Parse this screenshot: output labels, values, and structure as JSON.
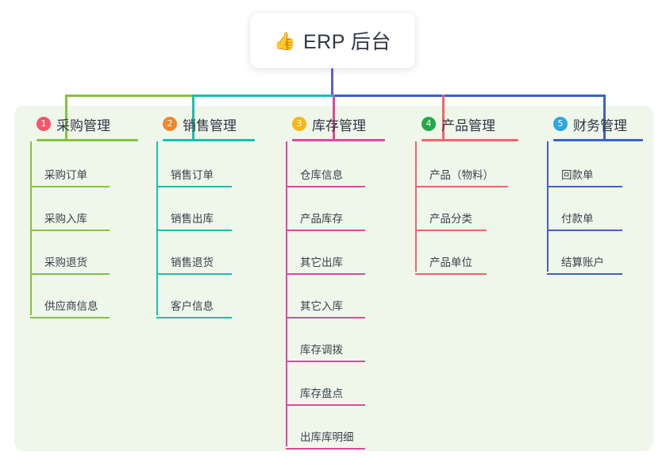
{
  "page": {
    "background": "#ffffff",
    "panel_color": "#eff7eb"
  },
  "root": {
    "name": "root-node",
    "emoji": "👍",
    "emoji_name": "thumbs-up-icon",
    "label": "ERP 后台",
    "trunk_color": "#5b5fd4"
  },
  "branches": [
    {
      "number": "1",
      "title": "采购管理",
      "badge_color": "#f4566c",
      "line_color": "#83c341",
      "items": [
        "采购订单",
        "采购入库",
        "采购退货",
        "供应商信息"
      ]
    },
    {
      "number": "2",
      "title": "销售管理",
      "badge_color": "#f0872b",
      "line_color": "#17c0ae",
      "items": [
        "销售订单",
        "销售出库",
        "销售退货",
        "客户信息"
      ]
    },
    {
      "number": "3",
      "title": "库存管理",
      "badge_color": "#f5b618",
      "line_color": "#e1489a",
      "items": [
        "仓库信息",
        "产品库存",
        "其它出库",
        "其它入库",
        "库存调拨",
        "库存盘点",
        "出库库明细"
      ]
    },
    {
      "number": "4",
      "title": "产品管理",
      "badge_color": "#22a94b",
      "line_color": "#f4646a",
      "items": [
        "产品（物料）",
        "产品分类",
        "产品单位"
      ]
    },
    {
      "number": "5",
      "title": "财务管理",
      "badge_color": "#2ea6e0",
      "line_color": "#3b62c4",
      "items": [
        "回款单",
        "付款单",
        "结算账户"
      ]
    }
  ]
}
